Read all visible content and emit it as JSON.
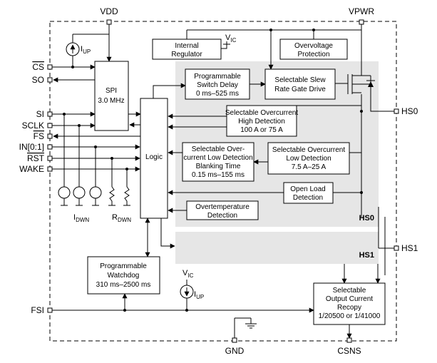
{
  "pins": {
    "vdd": "VDD",
    "vpwr": "VPWR",
    "cs": "CS",
    "so": "SO",
    "si": "SI",
    "sclk": "SCLK",
    "fs": "FS",
    "in": "IN[0:1]",
    "rst": "RST",
    "wake": "WAKE",
    "hs0": "HS0",
    "hs1": "HS1",
    "fsi": "FSI",
    "gnd": "GND",
    "csns": "CSNS"
  },
  "labels": {
    "iup": "I",
    "iup_sub": "UP",
    "iup2": "I",
    "iup2_sub": "UP",
    "vic": "V",
    "vic_sub": "IC",
    "vic2": "V",
    "vic2_sub": "IC",
    "idwn": "I",
    "idwn_sub": "DWN",
    "rdwn": "R",
    "rdwn_sub": "DWN",
    "section_hs0": "HS0",
    "section_hs1": "HS1"
  },
  "blocks": {
    "spi": {
      "line1": "SPI",
      "line2": "3.0 MHz"
    },
    "logic": {
      "line1": "Logic"
    },
    "internal_regulator": {
      "line1": "Internal",
      "line2": "Regulator"
    },
    "overvoltage": {
      "line1": "Overvoltage",
      "line2": "Protection"
    },
    "switch_delay": {
      "line1": "Programmable",
      "line2": "Switch Delay",
      "line3": "0 ms–525 ms"
    },
    "slew_rate": {
      "line1": "Selectable Slew",
      "line2": "Rate Gate Drive"
    },
    "high_detection": {
      "line1": "Selectable Overcurrent",
      "line2": "High Detection",
      "line3": "100 A or 75 A"
    },
    "blanking_time": {
      "line1": "Selectable Over-",
      "line2": "current Low Detection",
      "line3": "Blanking Time",
      "line4": "0.15 ms–155 ms"
    },
    "low_detection": {
      "line1": "Selectable Overcurrent",
      "line2": "Low Detection",
      "line3": "7.5 A–25 A"
    },
    "open_load": {
      "line1": "Open Load",
      "line2": "Detection"
    },
    "overtemp": {
      "line1": "Overtemperature",
      "line2": "Detection"
    },
    "watchdog": {
      "line1": "Programmable",
      "line2": "Watchdog",
      "line3": "310 ms–2500 ms"
    },
    "recopy": {
      "line1": "Selectable",
      "line2": "Output Current",
      "line3": "Recopy",
      "line4": "1/20500 or 1/41000"
    }
  }
}
